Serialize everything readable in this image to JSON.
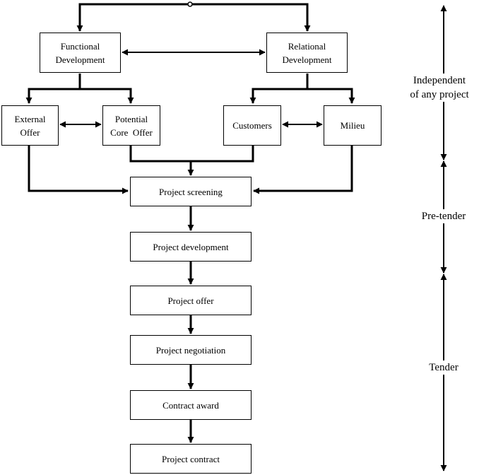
{
  "nodes": {
    "functional": {
      "line1": "Functional",
      "line2": "Development"
    },
    "relational": {
      "line1": "Relational",
      "line2": "Development"
    },
    "external": {
      "line1": "External",
      "line2": "Offer"
    },
    "potential": {
      "line1": "Potential",
      "line2": "Core  Offer"
    },
    "customers": {
      "label": "Customers"
    },
    "milieu": {
      "label": "Milieu"
    },
    "screening": {
      "label": "Project screening"
    },
    "development": {
      "label": "Project development"
    },
    "offer": {
      "label": "Project offer"
    },
    "negotiation": {
      "label": "Project negotiation"
    },
    "award": {
      "label": "Contract award"
    },
    "contract": {
      "label": "Project contract"
    }
  },
  "phases": {
    "independent": {
      "line1": "Independent",
      "line2": "of any project"
    },
    "pretender": {
      "label": "Pre-tender"
    },
    "tender": {
      "label": "Tender"
    }
  }
}
